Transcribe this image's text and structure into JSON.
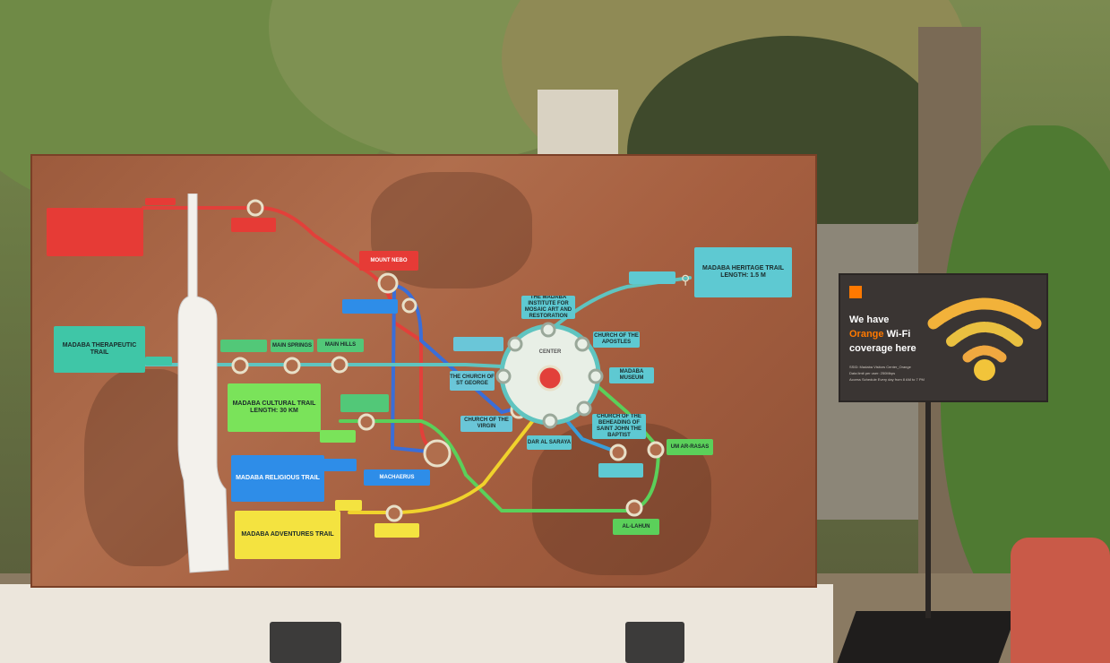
{
  "board": {
    "top_left_label": "",
    "heritage_trail_title": "MADABA HERITAGE TRAIL",
    "heritage_trail_length": "LENGTH: 1.5 M",
    "therapeutic_trail_title": "MADABA THERAPEUTIC TRAIL",
    "cultural_trail_title": "MADABA CULTURAL TRAIL",
    "cultural_trail_length": "LENGTH: 30 KM",
    "religious_trail_title": "MADABA RELIGIOUS TRAIL",
    "adventures_trail_title": "MADABA ADVENTURES TRAIL",
    "center_label": "CENTER",
    "stop_institute": "THE MADABA INSTITUTE FOR MOSAIC ART AND RESTORATION",
    "stop_apostles": "CHURCH OF THE APOSTLES",
    "stop_museum": "MADABA MUSEUM",
    "stop_beheading": "CHURCH OF THE BEHEADING OF SAINT JOHN THE BAPTIST",
    "stop_dar": "DAR AL SARAYA",
    "stop_virgin": "CHURCH OF THE VIRGIN",
    "stop_umm": "UM AR-RASAS",
    "stop_lahun": "AL-LAHUN",
    "stop_machaerus": "MACHAERUS",
    "stop_main_hills": "MAIN HILLS",
    "stop_main_springs": "MAIN SPRINGS",
    "stop_map_church": "THE CHURCH OF ST GEORGE",
    "stop_mount_nebo": "MOUNT NEBO"
  },
  "wifi_sign": {
    "brand": "orange",
    "line1": "We have",
    "line2_brand": "Orange",
    "line2_rest": " Wi-Fi",
    "line3": "coverage here",
    "fine1": "SSID: Madaba Visitors Center_Orange",
    "fine2": "Data limit per user: 250Mbps",
    "fine3": "Access Schedule Every day from 8 AM to 7 PM",
    "brand_color": "#ff7900"
  }
}
